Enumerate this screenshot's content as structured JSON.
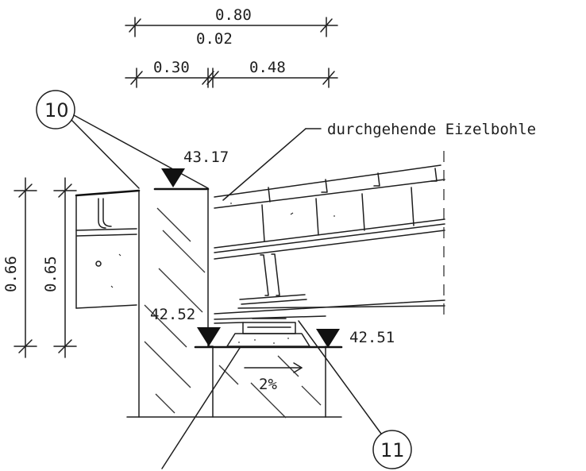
{
  "dimensions": {
    "overall_width": "0.80",
    "offset": "0.02",
    "left_width": "0.30",
    "right_width": "0.48",
    "height_outer": "0.66",
    "height_inner": "0.65"
  },
  "elevations": {
    "top": "43.17",
    "bearing_left": "42.52",
    "bearing_right": "42.51"
  },
  "slope": "2%",
  "callouts": {
    "c10": "10",
    "c11": "11"
  },
  "note": "durchgehende Eizelbohle"
}
